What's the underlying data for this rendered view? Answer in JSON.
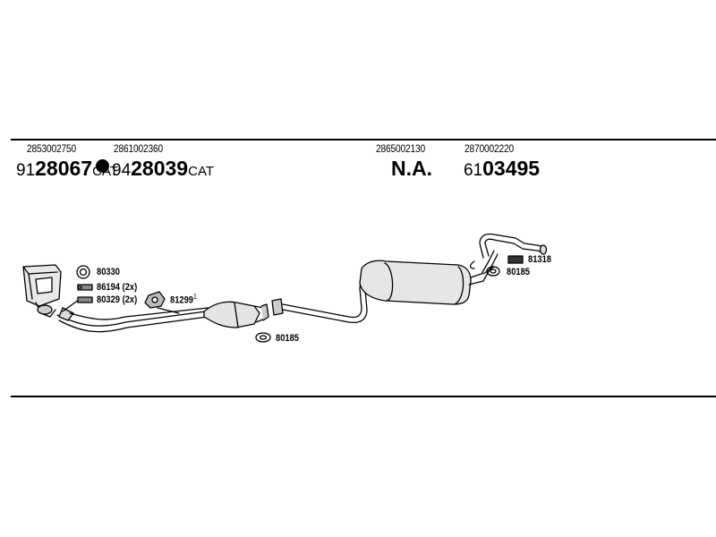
{
  "header": {
    "oe_numbers": [
      "2853002750",
      "2861002360",
      "2865002130",
      "2870002220"
    ],
    "part_1": {
      "prefix": "91",
      "main": "28067",
      "suffix": "CAT"
    },
    "part_2": {
      "prefix": "94",
      "main": "28039",
      "suffix": "CAT"
    },
    "part_3": {
      "text": "N.A."
    },
    "part_4": {
      "prefix": "61",
      "main": "03495"
    }
  },
  "callouts": {
    "c1": "80330",
    "c2": "86194 (2x)",
    "c3": "80329 (2x)",
    "c4": "81299",
    "c4_sup": "1",
    "c5": "80185",
    "c6": "81318",
    "c7": "80185"
  }
}
